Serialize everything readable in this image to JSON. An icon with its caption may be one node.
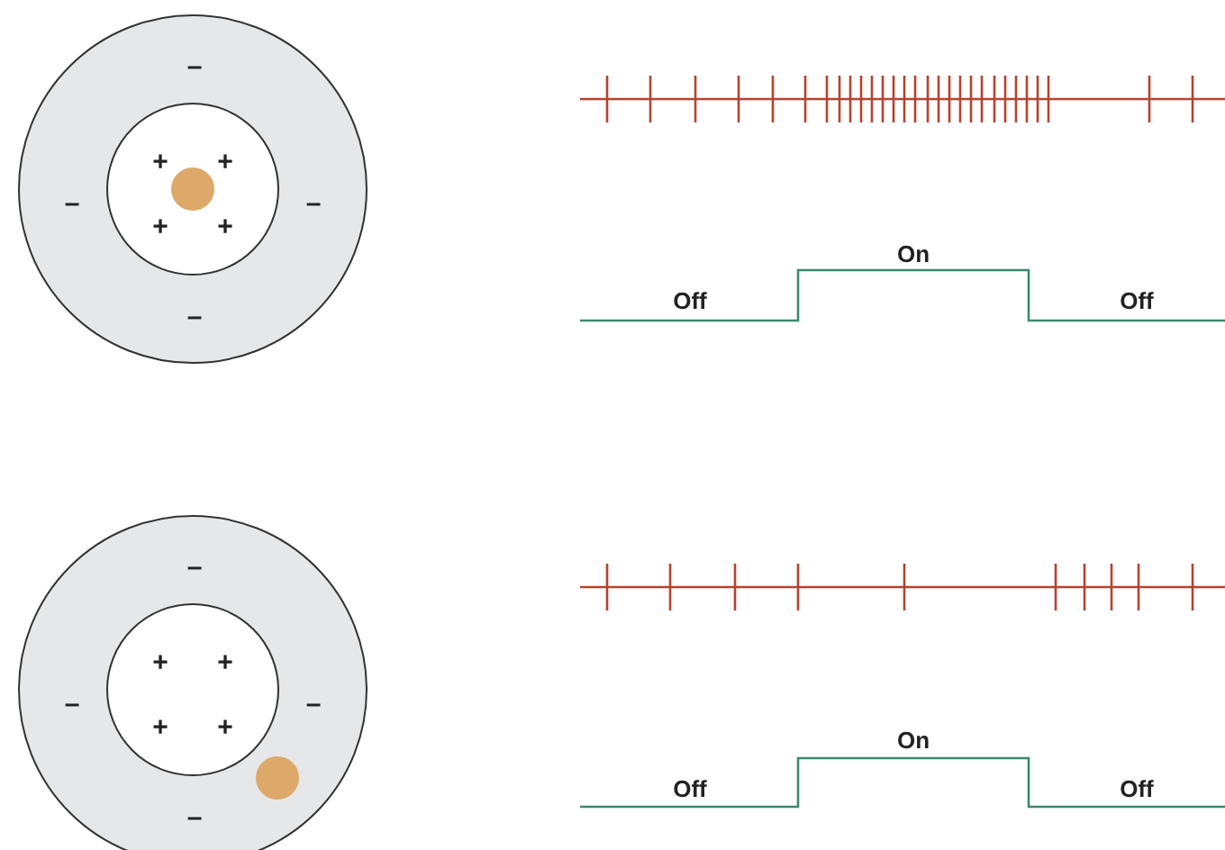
{
  "diagram": {
    "nodes": [
      {
        "text": [
          "–",
          "–",
          "–",
          "–"
        ]
      },
      {
        "text": [
          "+",
          "+",
          "+",
          "+"
        ],
        "in": 0
      },
      {
        "text": [],
        "shape": "circle",
        "in": 1
      },
      {
        "text": [
          "–",
          "–",
          "–",
          "–"
        ]
      },
      {
        "text": [
          "+",
          "+",
          "+",
          "+"
        ],
        "in": 3
      },
      {
        "text": [],
        "shape": "circle",
        "in": 3
      }
    ],
    "labels": [
      "Off",
      "On",
      "Off",
      "Off",
      "On",
      "Off"
    ]
  }
}
